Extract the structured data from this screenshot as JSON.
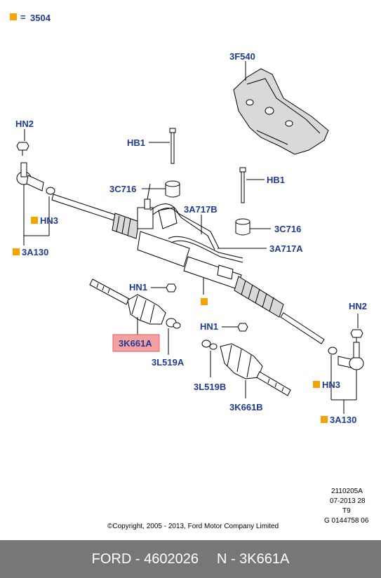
{
  "legend": {
    "symbol_color": "#f5a300",
    "equals": "=",
    "code": "3504"
  },
  "labels": {
    "p3F540": "3F540",
    "hn2_left": "HN2",
    "hb1_upper": "HB1",
    "hb1_lower": "HB1",
    "p3C716_left": "3C716",
    "p3C716_right": "3C716",
    "p3A717B": "3A717B",
    "p3A717A": "3A717A",
    "hn3_left": "HN3",
    "p3A130_left": "3A130",
    "hn1_upper": "HN1",
    "hn1_lower": "HN1",
    "p3K661A": "3K661A",
    "p3L519A": "3L519A",
    "p3L519B": "3L519B",
    "p3K661B": "3K661B",
    "hn2_right": "HN2",
    "hn3_right": "HN3",
    "p3A130_right": "3A130"
  },
  "highlight": {
    "fill": "#f4a0a0",
    "border": "#e06060"
  },
  "ref": {
    "line1": "2110205A",
    "line2": "07-2013 28",
    "line3": "T9",
    "line4": "G 0144758 06"
  },
  "copyright": "©Copyright, 2005 - 2013, Ford Motor Company Limited",
  "footer": {
    "left": "FORD - 4602026",
    "right": "N - 3K661A",
    "bg": "#777777"
  }
}
